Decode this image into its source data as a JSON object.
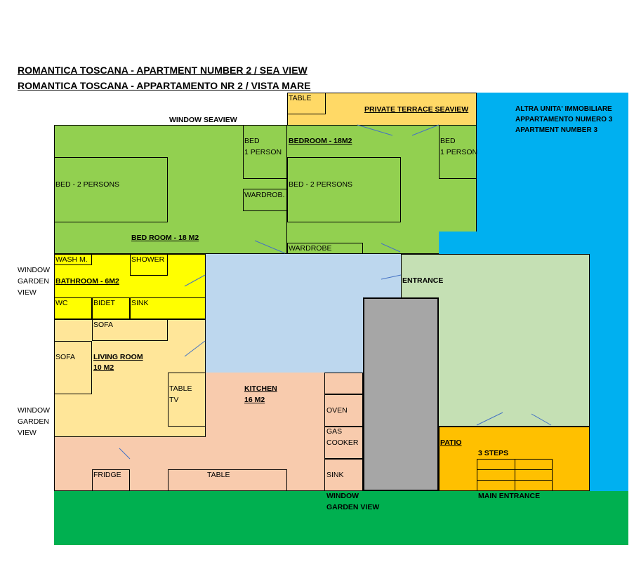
{
  "title_en": "ROMANTICA TOSCANA - APARTMENT NUMBER 2 / SEA VIEW",
  "title_it": "ROMANTICA TOSCANA - APPARTAMENTO NR 2 / VISTA MARE",
  "colors": {
    "bedroom_green": "#92d050",
    "bathroom_yellow": "#ffff00",
    "living_beige": "#ffe699",
    "kitchen_peach": "#f8cbad",
    "hall_lightblue": "#bdd7ee",
    "entrance_lightgreen": "#c5e0b4",
    "patio_orange": "#ffc000",
    "stairs_gray": "#a6a6a6",
    "neighbour_blue": "#00b0f0",
    "garden_green": "#00b050",
    "terrace_yellow": "#ffd966"
  },
  "labels": {
    "window_seaview": "WINDOW SEAVIEW",
    "terrace_table": "TABLE",
    "private_terrace": "PRIVATE TERRACE SEAVIEW",
    "other_unit_1": "ALTRA UNITA' IMMOBILIARE",
    "other_unit_2": "APPARTAMENTO NUMERO 3",
    "other_unit_3": "APARTMENT NUMBER 3",
    "bed_1_person_a": "BED\n1 PERSON",
    "bedroom_18": "BEDROOM - 18M2",
    "bed_1_person_b": "BED\n1 PERSON",
    "bed_2_persons_a": "BED - 2 PERSONS",
    "wardrob": "WARDROB.",
    "bed_2_persons_b": "BED - 2 PERSONS",
    "bed_room_18": "BED ROOM - 18 M2",
    "wardrobe": "WARDROBE",
    "window_garden_view_1": "WINDOW\nGARDEN\nVIEW",
    "wash_m": "WASH M.",
    "shower": "SHOWER",
    "bathroom": "BATHROOM - 6M2",
    "entrance": "ENTRANCE",
    "wc": "WC",
    "bidet": "BIDET",
    "sink_bath": "SINK",
    "sofa_1": "SOFA",
    "sofa_2": "SOFA",
    "living_room": "LIVING ROOM",
    "living_room_size": "10 M2",
    "table_tv": "TABLE\nTV",
    "kitchen": "KITCHEN",
    "kitchen_size": "16 M2",
    "oven": "OVEN",
    "window_garden_view_2": "WINDOW\nGARDEN\nVIEW",
    "gas_cooker": "GAS\nCOOKER",
    "patio": "PATIO",
    "three_steps": "3 STEPS",
    "fridge": "FRIDGE",
    "kitchen_table": "TABLE",
    "sink_kitchen": "SINK",
    "window_garden_view_3": "WINDOW\nGARDEN VIEW",
    "main_entrance": "MAIN ENTRANCE"
  }
}
